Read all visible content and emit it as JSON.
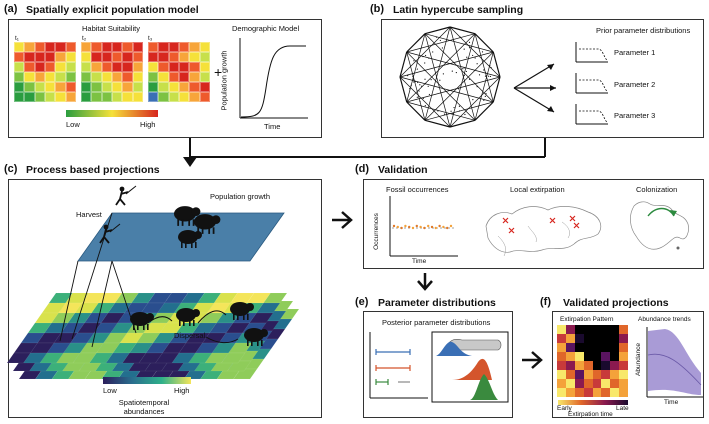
{
  "panels": {
    "a": {
      "tag": "(a)",
      "title": "Spatially explicit population model",
      "habitat_label": "Habitat Suitability",
      "time_labels": [
        "t₁",
        "t₂",
        "t₃"
      ],
      "plus": "+",
      "legend_low": "Low",
      "legend_high": "High",
      "demo_title": "Demographic Model",
      "demo_ylabel": "Population growth",
      "demo_xlabel": "Time"
    },
    "b": {
      "tag": "(b)",
      "title": "Latin hypercube sampling",
      "prior_title": "Prior parameter distributions",
      "params": [
        "Parameter 1",
        "Parameter 2",
        "Parameter 3"
      ]
    },
    "c": {
      "tag": "(c)",
      "title": "Process based projections",
      "harvest": "Harvest",
      "population_growth": "Population growth",
      "dispersal": "Dispersal",
      "legend_low": "Low",
      "legend_high": "High",
      "legend_caption": "Spatiotemporal abundances"
    },
    "d": {
      "tag": "(d)",
      "title": "Validation",
      "fossil_title": "Fossil occurrences",
      "fossil_ylabel": "Occurrences",
      "fossil_xlabel": "Time",
      "extirpation_title": "Local extirpation",
      "colonization_title": "Colonization"
    },
    "e": {
      "tag": "(e)",
      "title": "Parameter distributions",
      "posterior_title": "Posterior parameter distributions"
    },
    "f": {
      "tag": "(f)",
      "title": "Validated projections",
      "extirpation_pattern": "Extirpation Pattern",
      "abundance_trends": "Abundance trends",
      "abundance_ylabel": "Abundance",
      "time_label": "Time",
      "early": "Early",
      "late": "Late",
      "extirpation_time": "Extirpation time"
    }
  },
  "colors": {
    "heat_low": "#2a9d3f",
    "heat_mid": "#f5e13a",
    "heat_high": "#d7261e",
    "viridis_low": "#2c1f5c",
    "viridis_high": "#f4e55a",
    "inferno_low": "#000000",
    "inferno_high": "#f8e86a",
    "abundance_fill": "#a99bd6"
  }
}
